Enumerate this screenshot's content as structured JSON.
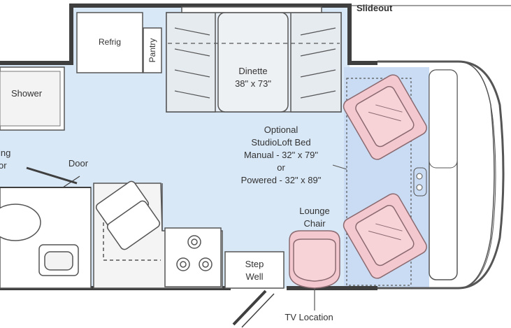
{
  "colors": {
    "floor": "#d9e8f7",
    "cab_floor": "#c9dcf3",
    "wall": "#3f3f3f",
    "line": "#555555",
    "chair_fill": "#f4c8cf",
    "chair_stroke": "#8a6a70",
    "white": "#ffffff"
  },
  "labels": {
    "slideout": "Slideout",
    "refrig": "Refrig",
    "pantry": "Pantry",
    "dinette_name": "Dinette",
    "dinette_size": "38\" x 73\"",
    "shower": "Shower",
    "folding_door_1": "ing",
    "folding_door_2": "or",
    "door": "Door",
    "bed_line1": "Optional",
    "bed_line2": "StudioLoft Bed",
    "bed_line3": "Manual - 32\" x 79\"",
    "bed_line4": "or",
    "bed_line5": "Powered - 32\" x 89\"",
    "lounge_line1": "Lounge",
    "lounge_line2": "Chair",
    "step_line1": "Step",
    "step_line2": "Well",
    "tv_location": "TV Location"
  }
}
